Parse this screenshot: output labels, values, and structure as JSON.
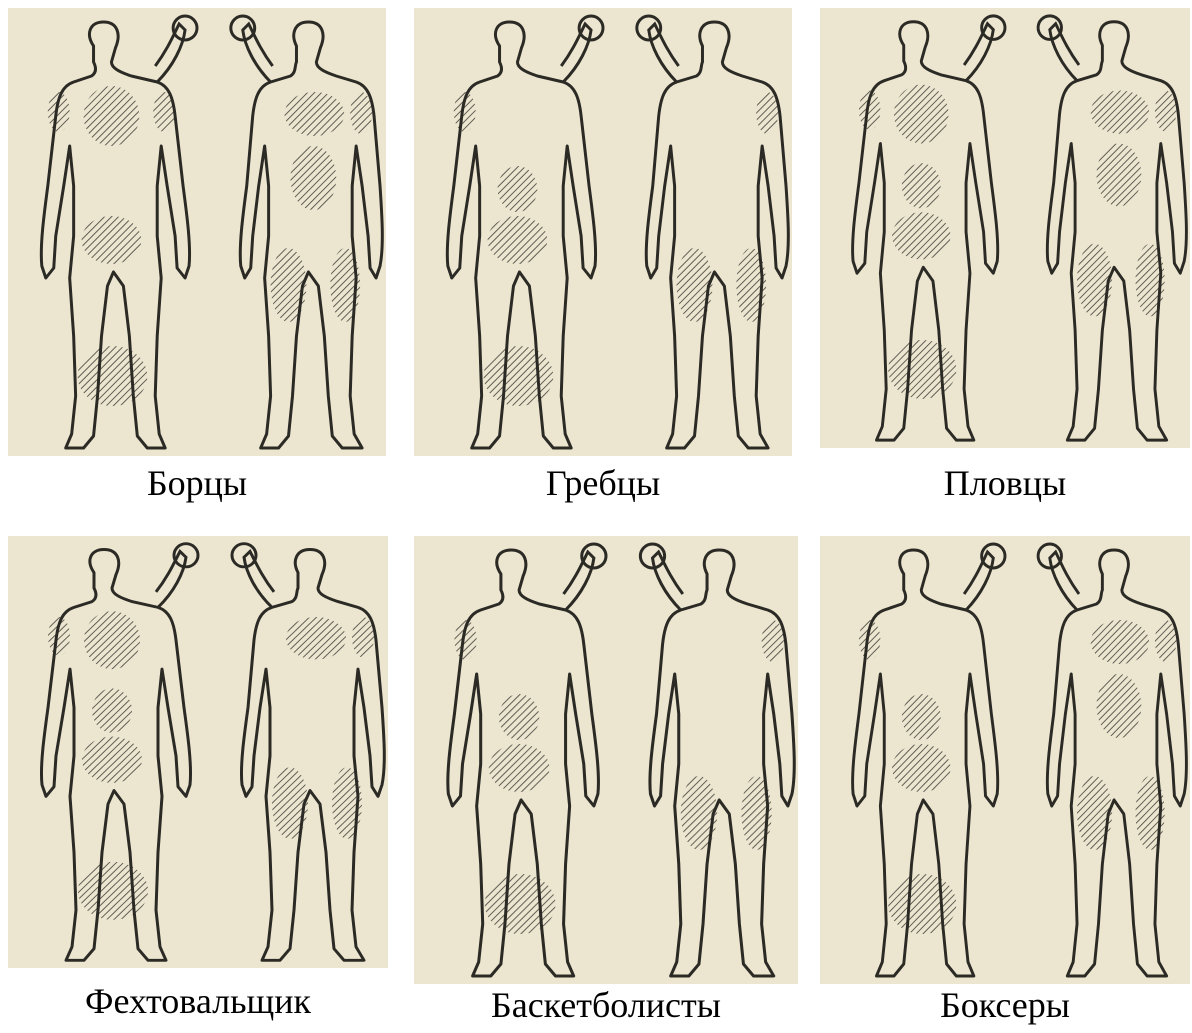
{
  "paper_color": "#ece6d0",
  "ink_color": "#2b2a25",
  "hatch_color": "#3c3a33",
  "panels": [
    {
      "caption": "Борцы",
      "back": [
        "shoulder-l",
        "upper-back",
        "shoulder-r",
        "glutes",
        "calves"
      ],
      "front": [
        "chest",
        "abs",
        "quads-l",
        "quads-r",
        "shoulder-r"
      ]
    },
    {
      "caption": "Гребцы",
      "back": [
        "shoulder-l",
        "lower-back",
        "glutes",
        "calves"
      ],
      "front": [
        "shoulder-r",
        "quads-l",
        "quads-r"
      ]
    },
    {
      "caption": "Пловцы",
      "back": [
        "shoulder-l",
        "upper-back",
        "lower-back",
        "glutes",
        "calves"
      ],
      "front": [
        "chest",
        "abs",
        "shoulder-r",
        "quads-l",
        "quads-r"
      ]
    },
    {
      "caption": "Фехтовальщик",
      "back": [
        "shoulder-l",
        "upper-back",
        "lower-back",
        "glutes",
        "calves"
      ],
      "front": [
        "chest",
        "shoulder-r",
        "quads-l",
        "quads-r"
      ]
    },
    {
      "caption": "Баскетболисты",
      "back": [
        "shoulder-l",
        "lower-back",
        "glutes",
        "calves"
      ],
      "front": [
        "shoulder-r",
        "quads-l",
        "quads-r"
      ]
    },
    {
      "caption": "Боксеры",
      "back": [
        "shoulder-l",
        "lower-back",
        "glutes",
        "calves"
      ],
      "front": [
        "chest",
        "abs",
        "shoulder-r",
        "quads-l",
        "quads-r"
      ]
    }
  ]
}
